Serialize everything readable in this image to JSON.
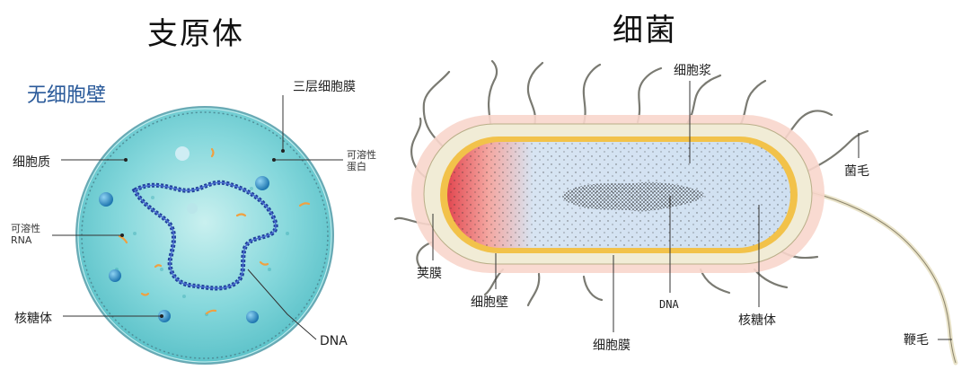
{
  "left": {
    "title": "支原体",
    "subtitle": "无细胞壁",
    "labels": {
      "membrane3": "三层细胞膜",
      "cytoplasm": "细胞质",
      "protein_line1": "可溶性",
      "protein_line2": "蛋白",
      "rna_line1": "可溶性",
      "rna_line2": "RNA",
      "ribosome": "核糖体",
      "dna": "DNA"
    }
  },
  "right": {
    "title": "细菌",
    "labels": {
      "cytoplasm": "细胞浆",
      "pili": "菌毛",
      "capsule": "荚膜",
      "cell_wall": "细胞壁",
      "dna": "DNA",
      "ribosome": "核糖体",
      "membrane": "细胞膜",
      "flagellum": "鞭毛"
    }
  },
  "colors": {
    "mycoplasma_fill": "#7fd3d8",
    "mycoplasma_border": "#5aa8b0",
    "dna_blue": "#1f3f9a",
    "ribosome_blue": "#2b8fc4",
    "rna_orange": "#f0a040",
    "capsule_pink": "#f6cbbf",
    "wall_yellow": "#f2c24a",
    "cytoplasm_blue": "#cfe2f0",
    "cytoplasm_red": "#e8545a"
  }
}
